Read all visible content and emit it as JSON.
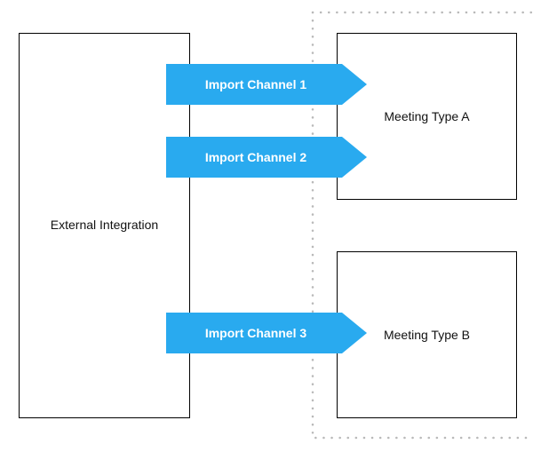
{
  "diagram": {
    "source": {
      "label": "External Integration"
    },
    "targets": [
      {
        "label": "Meeting Type A"
      },
      {
        "label": "Meeting Type B"
      }
    ],
    "channels": [
      {
        "label": "Import Channel 1",
        "target": "Meeting Type A"
      },
      {
        "label": "Import Channel 2",
        "target": "Meeting Type A"
      },
      {
        "label": "Import Channel 3",
        "target": "Meeting Type B"
      }
    ],
    "colors": {
      "arrow_fill": "#29aaef",
      "group_border": "#b9b9b9",
      "box_border": "#000000"
    }
  }
}
